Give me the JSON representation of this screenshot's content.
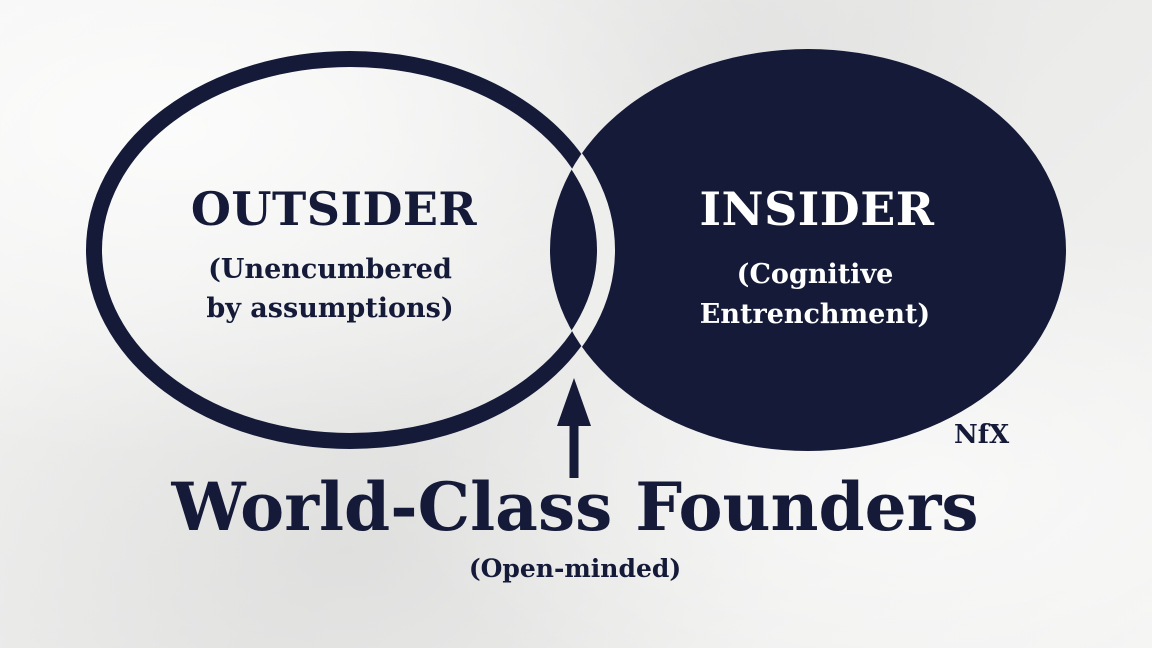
{
  "outsider": {
    "title": "OUTSIDER",
    "subtitle_line1": "(Unencumbered",
    "subtitle_line2": "by assumptions)"
  },
  "insider": {
    "title": "INSIDER",
    "subtitle_line1": "(Cognitive",
    "subtitle_line2": "Entrenchment)"
  },
  "intersection": {
    "title": "World-Class Founders",
    "subtitle": "(Open-minded)"
  },
  "logo": "NfX",
  "colors": {
    "navy": "#141a38",
    "paper": "#f1f1f0",
    "white": "#ffffff"
  },
  "icons": {
    "arrow": "up-arrow-icon"
  }
}
